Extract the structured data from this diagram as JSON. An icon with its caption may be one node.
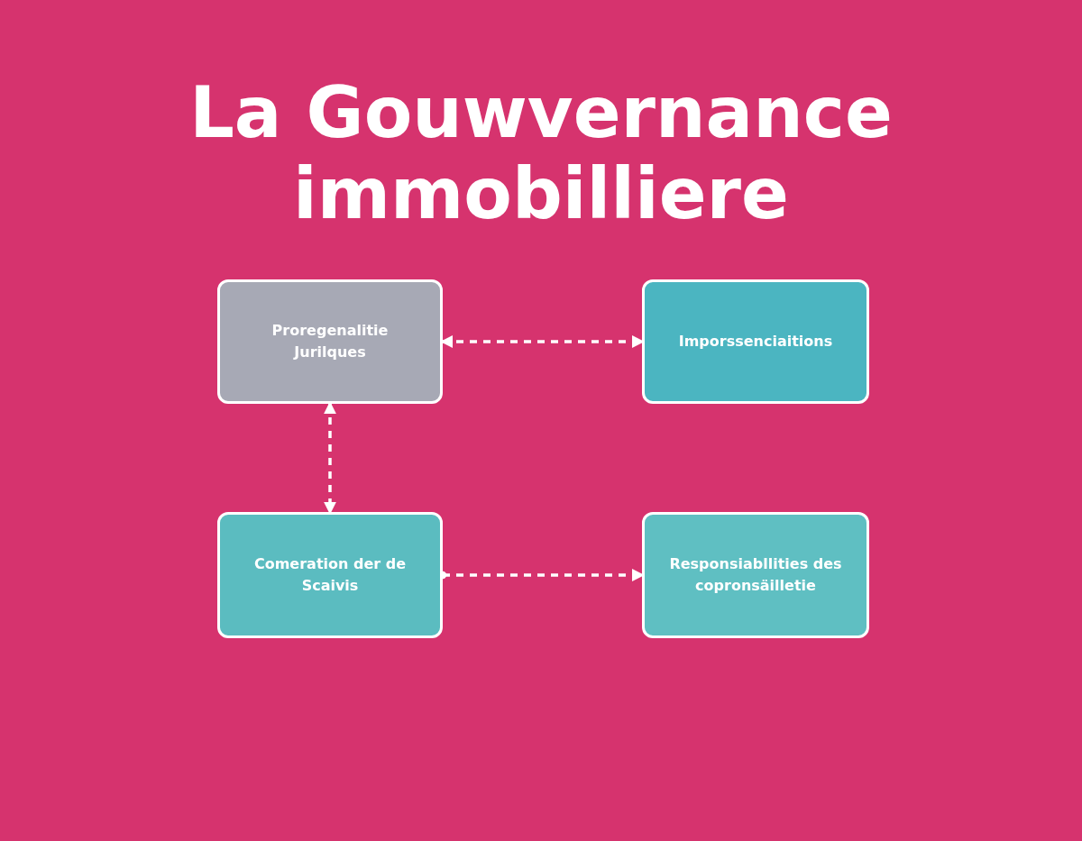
{
  "diagram": {
    "title": "La Gouwvernance immobilliere",
    "nodes": [
      {
        "text": [
          "Proregenalitie Jurilques"
        ]
      },
      {
        "text": [
          "Imporssenciaitions"
        ]
      },
      {
        "text": [
          "Comeration der de Scaivis"
        ]
      },
      {
        "text": [
          "Responsiabllities des copronsäilletie"
        ]
      }
    ],
    "edges": [
      {
        "from": 0,
        "to": 1,
        "arrow": "both",
        "style": "dashed"
      },
      {
        "from": 0,
        "to": 2,
        "arrow": "both",
        "style": "dashed"
      },
      {
        "from": 2,
        "to": 3,
        "arrow": "to",
        "style": "dashed"
      }
    ]
  }
}
